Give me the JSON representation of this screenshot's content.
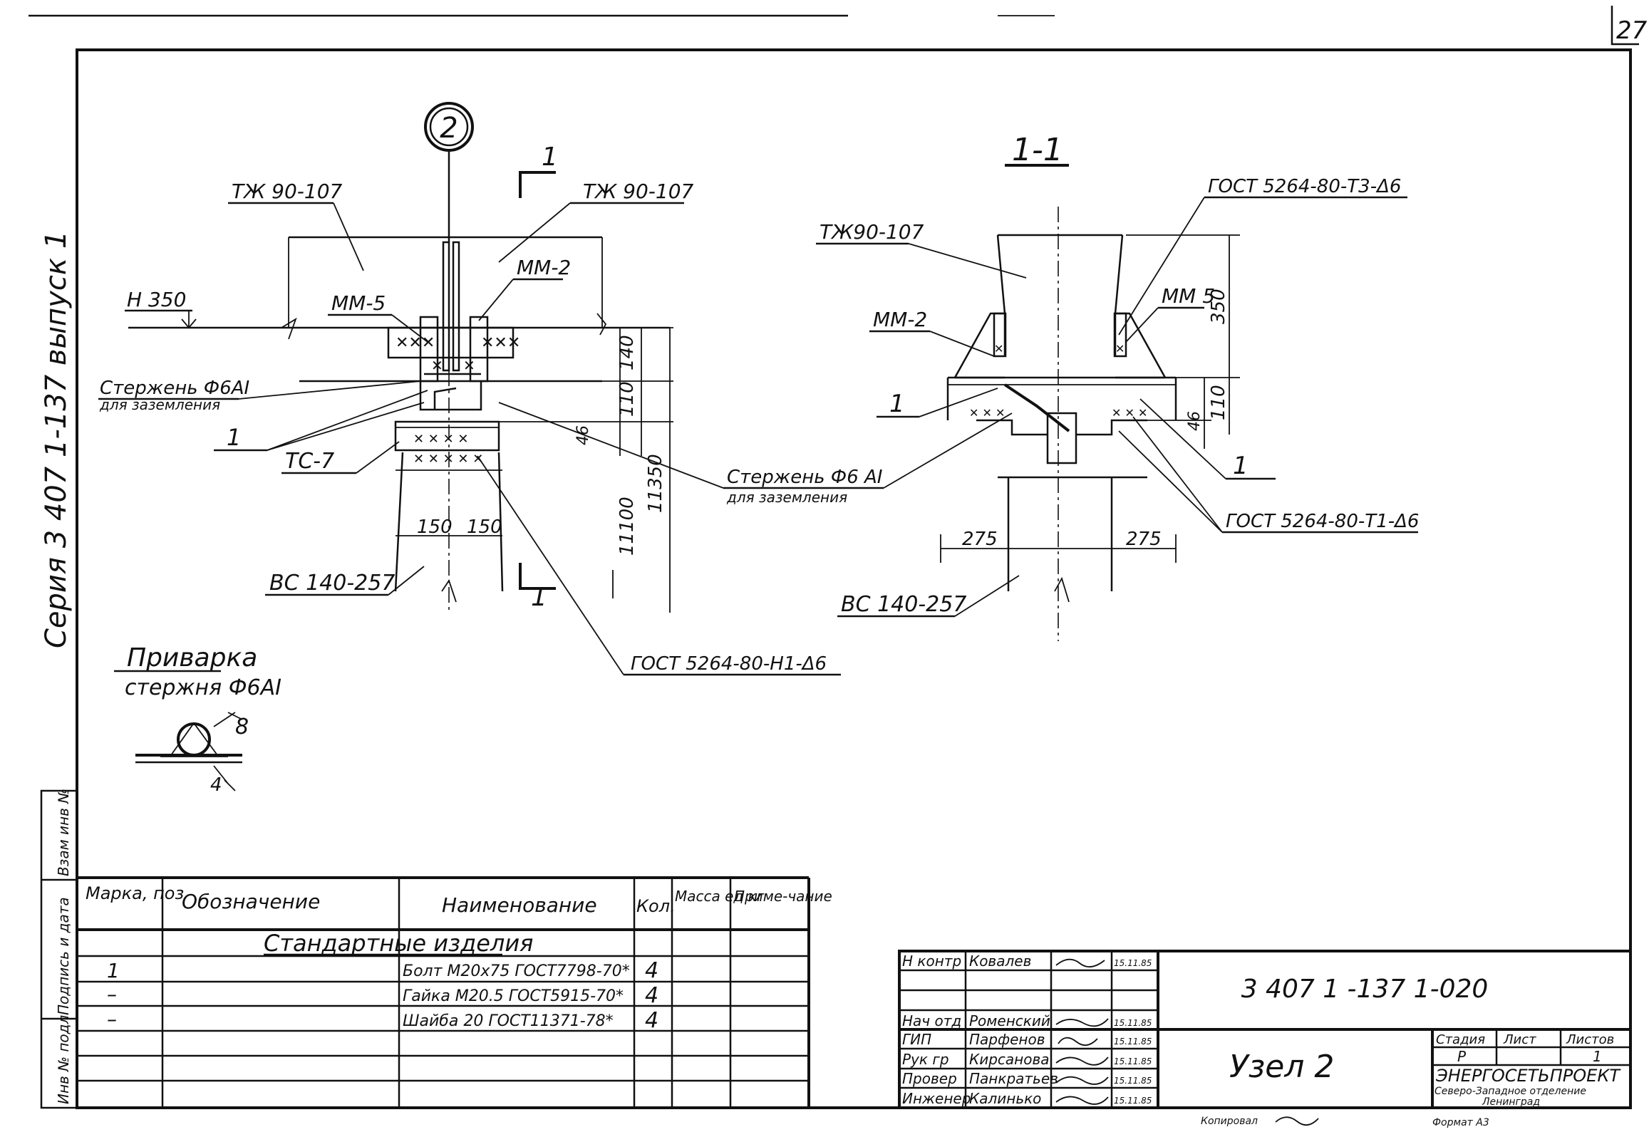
{
  "sheet": {
    "page_number": "27",
    "series_vertical": "Серия 3 407 1-137 выпуск 1"
  },
  "side_stamp": {
    "labels": [
      "Инв № подл",
      "Подпись и дата",
      "Взам инв №"
    ]
  },
  "view_main": {
    "node_number": "2",
    "section_mark": "1",
    "labels": {
      "tzh_left": "ТЖ 90-107",
      "tzh_right": "ТЖ 90-107",
      "mm5": "ММ-5",
      "mm2": "ММ-2",
      "level": "Н 350",
      "rod1": "Стержень Ф6АI",
      "rod1_sub": "для заземления",
      "pos1": "1",
      "tc7": "ТС-7",
      "rod2": "Стержень Ф6 АI",
      "rod2_sub": "для заземления",
      "bc": "ВС 140-257",
      "gost": "ГОСТ 5264-80-Н1-Δ6"
    },
    "dims": [
      "140",
      "110",
      "46",
      "11350",
      "11100",
      "150",
      "150"
    ]
  },
  "view_section": {
    "title": "1-1",
    "labels": {
      "tzh": "ТЖ90-107",
      "gost_t3": "ГОСТ 5264-80-Т3-Δ6",
      "mm2": "ММ-2",
      "mm5": "ММ 5",
      "pos1_left": "1",
      "pos1_right": "1",
      "gost_t1": "ГОСТ 5264-80-Т1-Δ6",
      "bc": "ВС 140-257"
    },
    "dims": [
      "350",
      "110",
      "46",
      "275",
      "275"
    ]
  },
  "weld_detail": {
    "title": "Приварка",
    "subtitle": "стержня Ф6АI",
    "dim_top": "8",
    "dim_bottom": "4"
  },
  "spec_table": {
    "headers": [
      "Марка, поз",
      "Обозначение",
      "Наименование",
      "Кол.",
      "Масса ед кг",
      "Приме-чание"
    ],
    "section_title": "Стандартные изделия",
    "rows": [
      {
        "mark": "1",
        "designation": "",
        "name": "Болт М20х75 ГОСТ7798-70*",
        "qty": "4",
        "mass": "",
        "note": ""
      },
      {
        "mark": "–",
        "designation": "",
        "name": "Гайка М20.5 ГОСТ5915-70*",
        "qty": "4",
        "mass": "",
        "note": ""
      },
      {
        "mark": "–",
        "designation": "",
        "name": "Шайба 20 ГОСТ11371-78*",
        "qty": "4",
        "mass": "",
        "note": ""
      }
    ]
  },
  "title_block": {
    "people": [
      {
        "role": "Н контр",
        "name": "Ковалев",
        "date": "15.11.85"
      },
      {
        "role": "",
        "name": "",
        "date": ""
      },
      {
        "role": "Нач отд",
        "name": "Роменский",
        "date": "15.11.85"
      },
      {
        "role": "ГИП",
        "name": "Парфенов",
        "date": "15.11.85"
      },
      {
        "role": "Рук гр",
        "name": "Кирсанова",
        "date": "15.11.85"
      },
      {
        "role": "Провер",
        "name": "Панкратьев",
        "date": "15.11.85"
      },
      {
        "role": "Инженер",
        "name": "Калинько",
        "date": "15.11.85"
      }
    ],
    "doc_code": "3 407 1 -137 1-020",
    "drawing_title": "Узел 2",
    "stage_header": [
      "Стадия",
      "Лист",
      "Листов"
    ],
    "stage_values": [
      "Р",
      "",
      "1"
    ],
    "org_name": "ЭНЕРГОСЕТЬПРОЕКТ",
    "org_sub1": "Северо-Западное отделение",
    "org_sub2": "Ленинград"
  },
  "footer": {
    "copied": "Копировал",
    "format": "Формат А3"
  }
}
